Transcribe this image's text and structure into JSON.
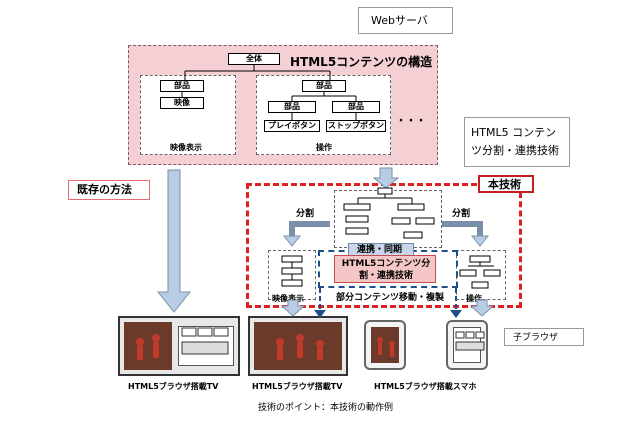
{
  "server": {
    "label": "Webサーバ"
  },
  "structure": {
    "title": "HTML5コンテンツの構造",
    "root": "全体",
    "left_group": {
      "parent": "部品",
      "child": "映像",
      "caption": "映像表示"
    },
    "right_group": {
      "parent": "部品",
      "child1_parent": "部品",
      "child1": "プレイボタン",
      "child2_parent": "部品",
      "child2": "ストップボタン",
      "caption": "操作"
    },
    "ellipsis": "・・・"
  },
  "tech_label": "HTML5 コンテンツ分割・連携技術",
  "existing_method": "既存の方法",
  "this_tech": "本技術",
  "split_left": "分割",
  "split_right": "分割",
  "sync_label": "連携・同期",
  "center_box": "HTML5コンテンツ分割・連携技術",
  "video_display": "映像表示",
  "operation": "操作",
  "partial_move": "部分コンテンツ移動・複製",
  "child_browser": "子ブラウザ",
  "devices": {
    "tv1": "HTML5ブラウザ搭載TV",
    "tv2": "HTML5ブラウザ搭載TV",
    "phone": "HTML5ブラウザ搭載スマホ"
  },
  "caption": "技術のポイント：本技術の動作例",
  "colors": {
    "pink": "#f4d0d4",
    "red_dash": "#e02020",
    "blue_arrow": "#b8cde4",
    "navy_dash": "#1f4e8c"
  }
}
